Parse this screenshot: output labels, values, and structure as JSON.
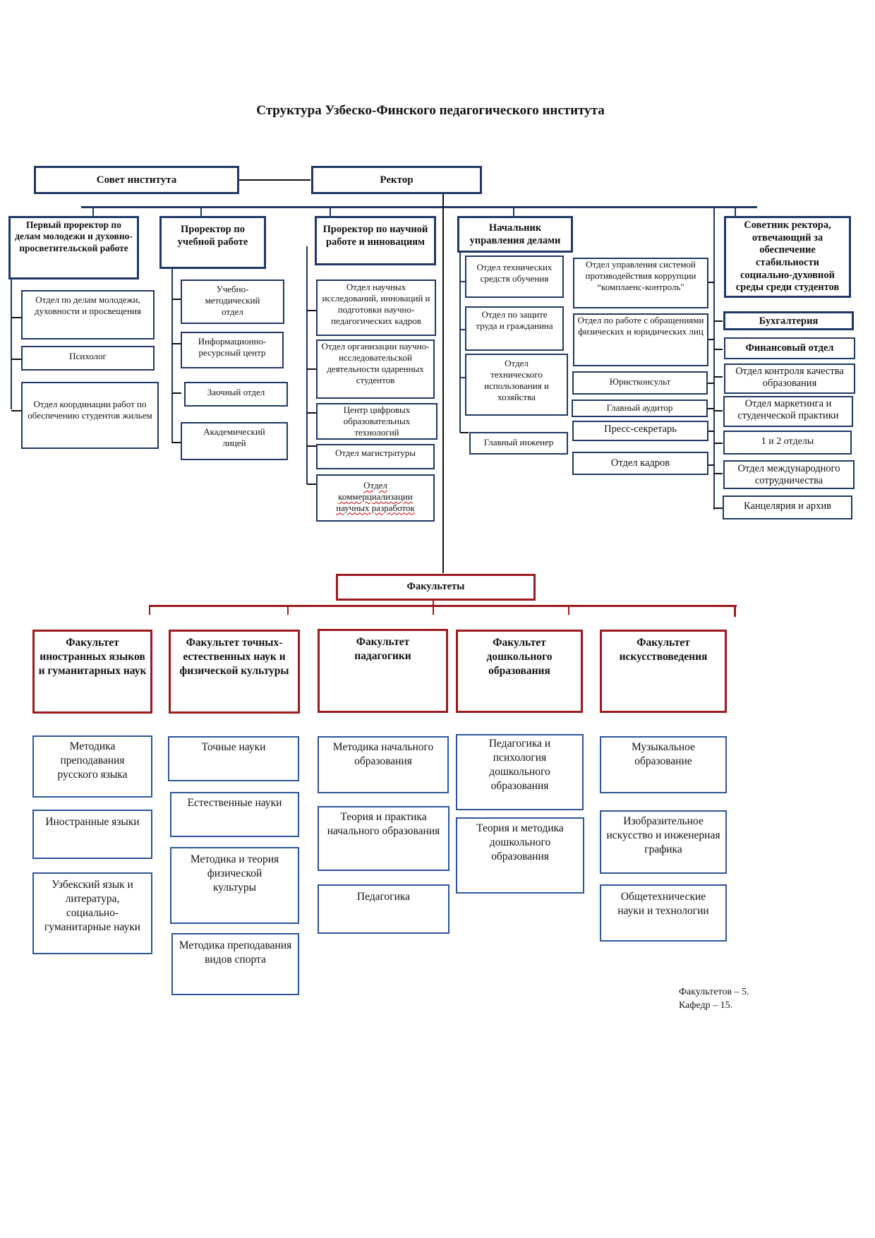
{
  "title": "Структура Узбеско-Финского педагогического института",
  "top": {
    "council": "Совет института",
    "rector": "Ректор"
  },
  "vice_rectors": [
    {
      "label": "Первый проректор по делам молодежи и духовно-просветительской работе",
      "units": [
        "Отдел по делам молодежи, духовности и просвещения",
        "Психолог",
        "Отдел координации работ по обеспечению студентов жильем"
      ]
    },
    {
      "label": "Проректор по учебной работе",
      "units": [
        "Учебно-методический отдел",
        "Информационно-ресурсный центр",
        "Заочный отдел",
        "Академический лицей"
      ]
    },
    {
      "label": "Проректор по научной работе и инновациям",
      "units": [
        "Отдел научных исследований, инноваций и подготовки научно-педагогических кадров",
        "Отдел организации научно-исследовательской деятельности одаренных студентов",
        "Центр цифровых образовательных технологий",
        "Отдел магистратуры",
        "Отдел коммерциализации научных разработок"
      ]
    },
    {
      "label": "Начальник управления делами",
      "units_left": [
        "Отдел технических средств обучения",
        "Отдел по защите труда и гражданина",
        "Отдел технического использования и хозяйства",
        "Главный инженер"
      ],
      "units_right": [
        "Отдел управления системой противодействия коррупции “комплаенс-контроль\"",
        "Отдел по работе с обращениями физических и юридических лиц",
        "Юристконсульт",
        "Главный аудитор",
        "Пресс-секретарь",
        "Отдел кадров"
      ]
    },
    {
      "label": "Советник ректора, отвечающий за обеспечение стабильности социально-духовной среды среди студентов",
      "units": [
        "Бухгалтерия",
        "Финансовый отдел",
        "Отдел контроля качества образования",
        "Отдел маркетинга и студенческой практики",
        "1 и 2 отделы",
        "Отдел международного сотрудничества",
        "Канцелярия и архив"
      ]
    }
  ],
  "faculties_header": "Факультеты",
  "faculties": [
    {
      "label": "Факультет иностранных языков и гуманитарных наук",
      "departments": [
        "Методика преподавания русского языка",
        "Иностранные языки",
        "Узбекский язык и литература, социально-гуманитарные науки"
      ]
    },
    {
      "label": "Факультет точных-естественных наук и физической культуры",
      "departments": [
        "Точные науки",
        "Естественные науки",
        "Методика и теория физической культуры",
        "Методика преподавания видов спорта"
      ]
    },
    {
      "label": "Факультет падагогики",
      "departments": [
        "Методика начального образования",
        "Теория и практика начального образования",
        "Педагогика"
      ]
    },
    {
      "label": "Факультет дошкольного образования",
      "departments": [
        "Педагогика и психология дошкольного образования",
        "Теория и методика дошкольного образования"
      ]
    },
    {
      "label": "Факультет искусствоведения",
      "departments": [
        "Музыкальное образование",
        "Изобразительное искусство и инженерная графика",
        "Общетехнические науки и технологии"
      ]
    }
  ],
  "summary": {
    "faculties_count": "Факультетов – 5.",
    "departments_count": "Кафедр – 15."
  },
  "colors": {
    "admin_border": "#1f3864",
    "faculty_border": "#9b1b1f",
    "department_border": "#2e5597"
  }
}
